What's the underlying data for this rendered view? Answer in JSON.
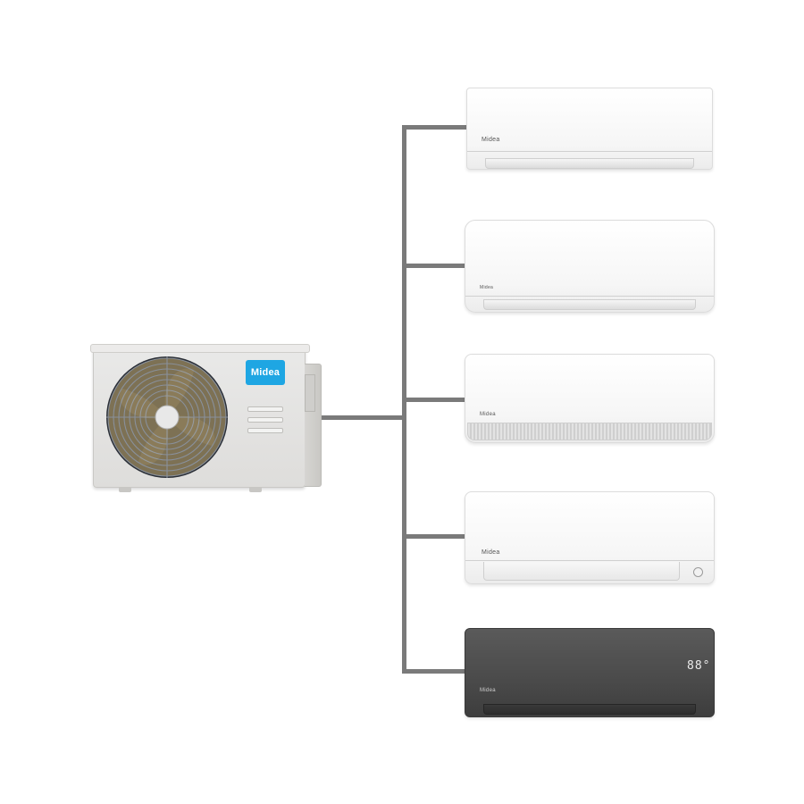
{
  "outdoor_unit": {
    "brand_label": "Midea",
    "badge_color": "#1ea6e3",
    "fan_blade_color": "#8c7d5a"
  },
  "indoor_units": [
    {
      "brand_label": "Midea",
      "style": "white-slim"
    },
    {
      "brand_label": "Midea",
      "style": "white-rounded"
    },
    {
      "brand_label": "Midea",
      "style": "white-grille"
    },
    {
      "brand_label": "Midea",
      "style": "white-panel"
    },
    {
      "brand_label": "Midea",
      "style": "black-display",
      "display_text": "88°"
    }
  ],
  "pipe_color": "#7a7a7a"
}
